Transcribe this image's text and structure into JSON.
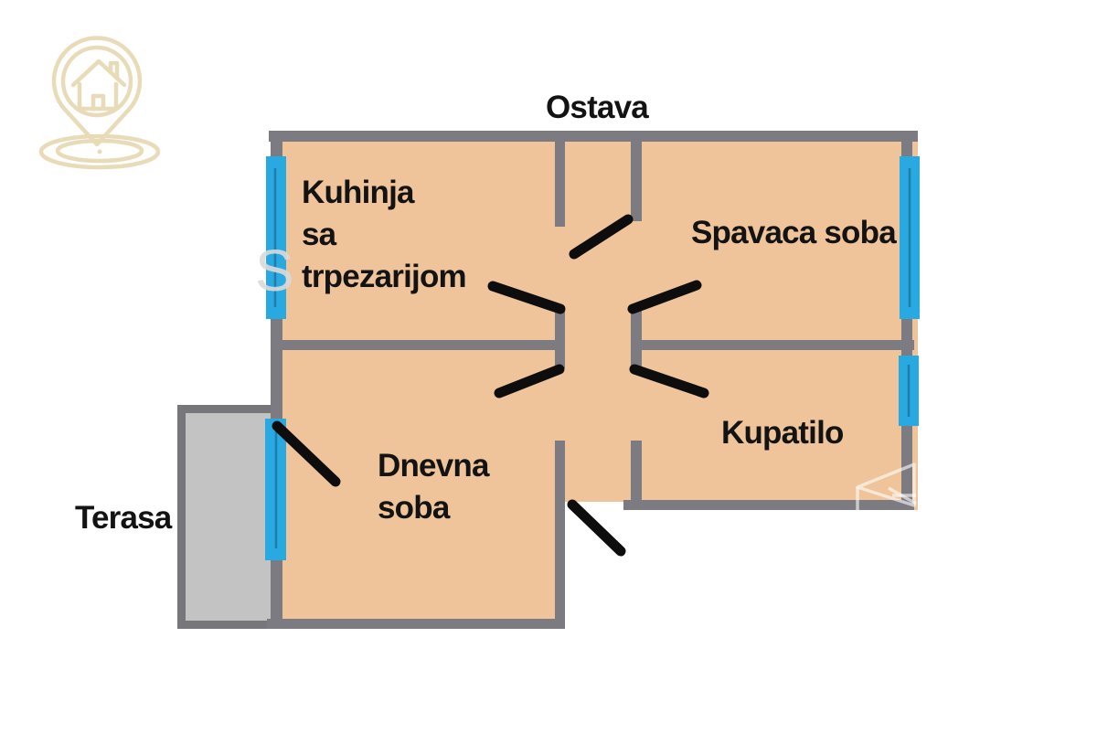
{
  "labels": {
    "ostava": "Ostava",
    "kuhinja_line1": "Kuhinja",
    "kuhinja_line2": "sa",
    "kuhinja_line3": "trpezarijom",
    "spavaca": "Spavaca soba",
    "kupatilo": "Kupatilo",
    "dnevna_line1": "Dnevna",
    "dnevna_line2": "soba",
    "terasa": "Terasa"
  },
  "watermarks": {
    "letter": "S"
  },
  "icons": {
    "logo": "house-location-pin",
    "corner_watermark": "house-outline"
  },
  "colors": {
    "room_fill": "#efc49a",
    "wall": "#7b7b81",
    "terrace_border": "#76767b",
    "terrace_fill": "#c3c3c3",
    "window": "#29a9e1",
    "window_mullion": "rgba(20,40,60,0.35)",
    "door": "#0d0d0d",
    "label_text": "#131313",
    "logo": "#e8dbb8",
    "watermark_white": "rgba(255,255,255,0.6)"
  }
}
